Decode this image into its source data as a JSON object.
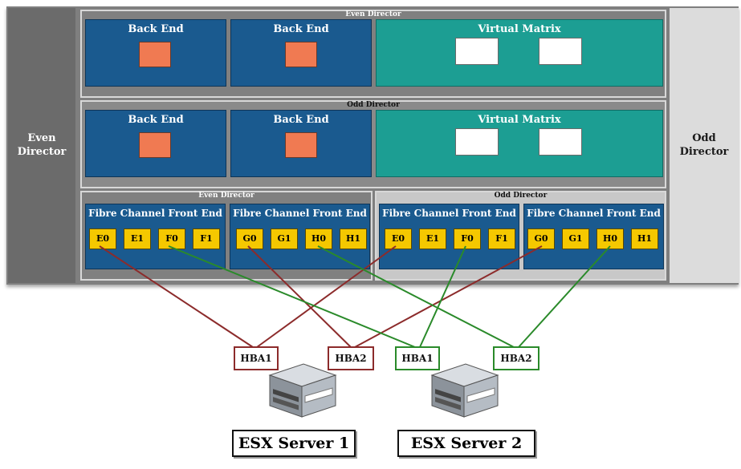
{
  "sides": {
    "left": "Even\nDirector",
    "right": "Odd\nDirector"
  },
  "top_director": {
    "title": "Even Director",
    "backend_1": "Back End",
    "backend_2": "Back End",
    "vmatrix": "Virtual Matrix"
  },
  "mid_director": {
    "title": "Odd Director",
    "backend_1": "Back End",
    "backend_2": "Back End",
    "vmatrix": "Virtual Matrix"
  },
  "fe_even": {
    "title": "Even Director",
    "fe_left": {
      "label": "Fibre Channel Front End",
      "ports": [
        "E0",
        "E1",
        "F0",
        "F1"
      ]
    },
    "fe_right": {
      "label": "Fibre Channel Front End",
      "ports": [
        "G0",
        "G1",
        "H0",
        "H1"
      ]
    }
  },
  "fe_odd": {
    "title": "Odd Director",
    "fe_left": {
      "label": "Fibre Channel Front End",
      "ports": [
        "E0",
        "E1",
        "F0",
        "F1"
      ]
    },
    "fe_right": {
      "label": "Fibre Channel Front End",
      "ports": [
        "G0",
        "G1",
        "H0",
        "H1"
      ]
    }
  },
  "hbas": [
    "HBA1",
    "HBA2",
    "HBA1",
    "HBA2"
  ],
  "servers": [
    "ESX Server 1",
    "ESX Server 2"
  ],
  "colors": {
    "red_link": "#8c2b2b",
    "green_link": "#2a8a2a"
  }
}
